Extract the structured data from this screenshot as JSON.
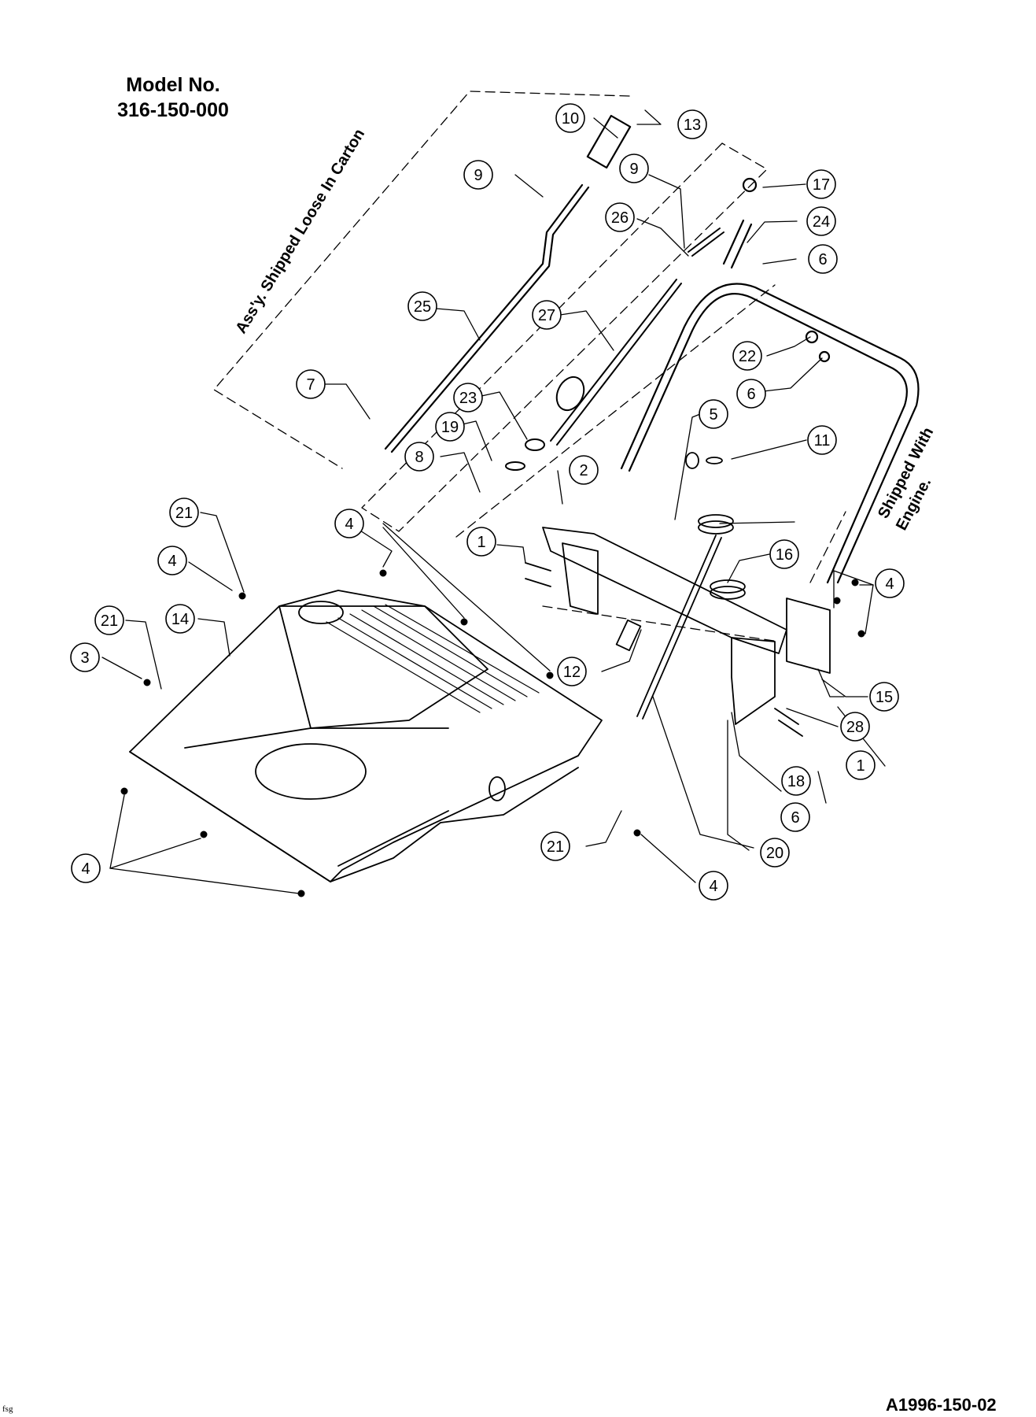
{
  "header": {
    "model_label": "Model No.",
    "model_number": "316-150-000"
  },
  "notes": {
    "loose_in_carton": "Ass'y. Shipped Loose In Carton",
    "shipped_with_engine_1": "Shipped With",
    "shipped_with_engine_2": "Engine."
  },
  "callouts": [
    "1",
    "2",
    "3",
    "4",
    "5",
    "6",
    "7",
    "8",
    "9",
    "10",
    "11",
    "12",
    "13",
    "14",
    "15",
    "16",
    "17",
    "18",
    "19",
    "20",
    "21",
    "22",
    "23",
    "24",
    "25",
    "26",
    "27",
    "28"
  ],
  "footer": {
    "corner_tag": "fsg",
    "drawing_number": "A1996-150-02"
  },
  "colors": {
    "ink": "#000000",
    "paper": "#ffffff"
  }
}
